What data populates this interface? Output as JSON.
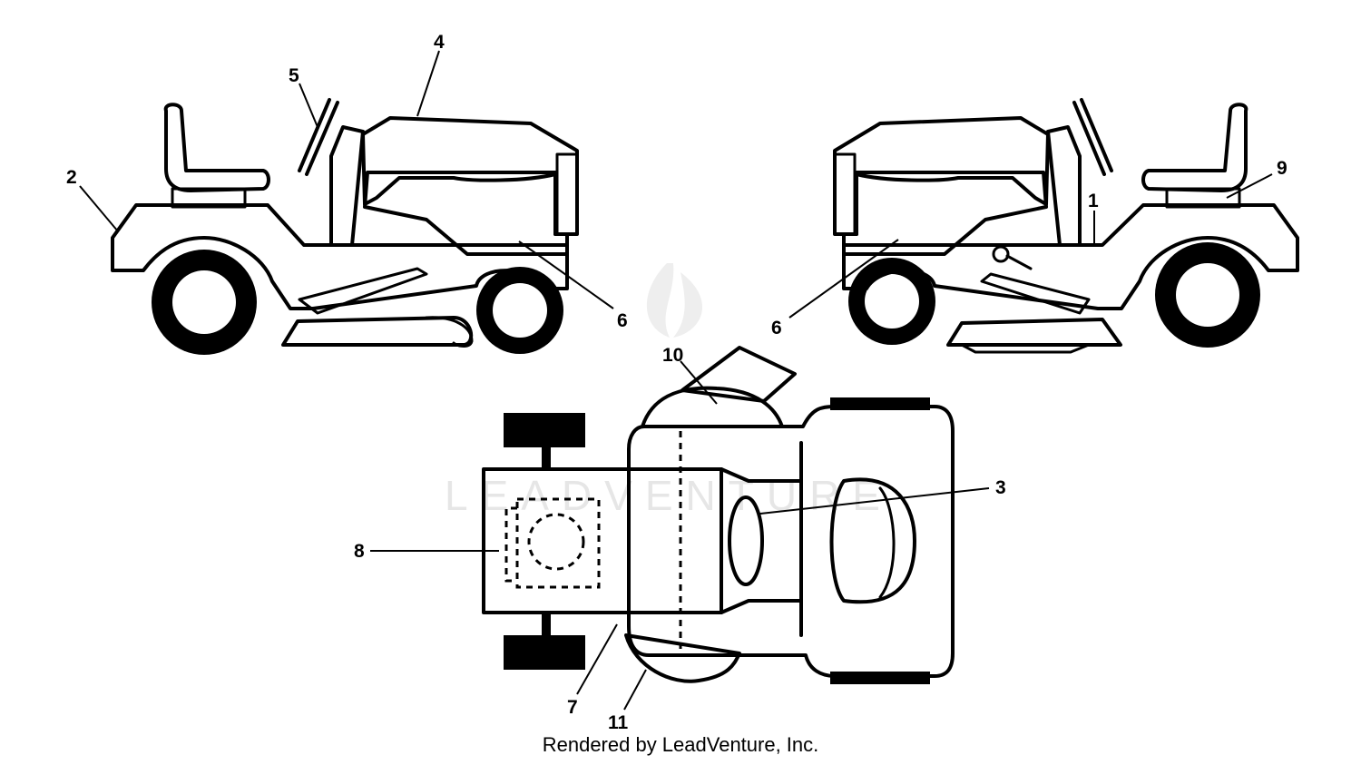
{
  "watermark": {
    "text": "LEADVENTURE"
  },
  "callouts": {
    "c1": "1",
    "c2": "2",
    "c3": "3",
    "c4": "4",
    "c5": "5",
    "c6a": "6",
    "c6b": "6",
    "c7": "7",
    "c8": "8",
    "c9": "9",
    "c10": "10",
    "c11": "11"
  },
  "footer": {
    "text": "Rendered by LeadVenture, Inc."
  }
}
